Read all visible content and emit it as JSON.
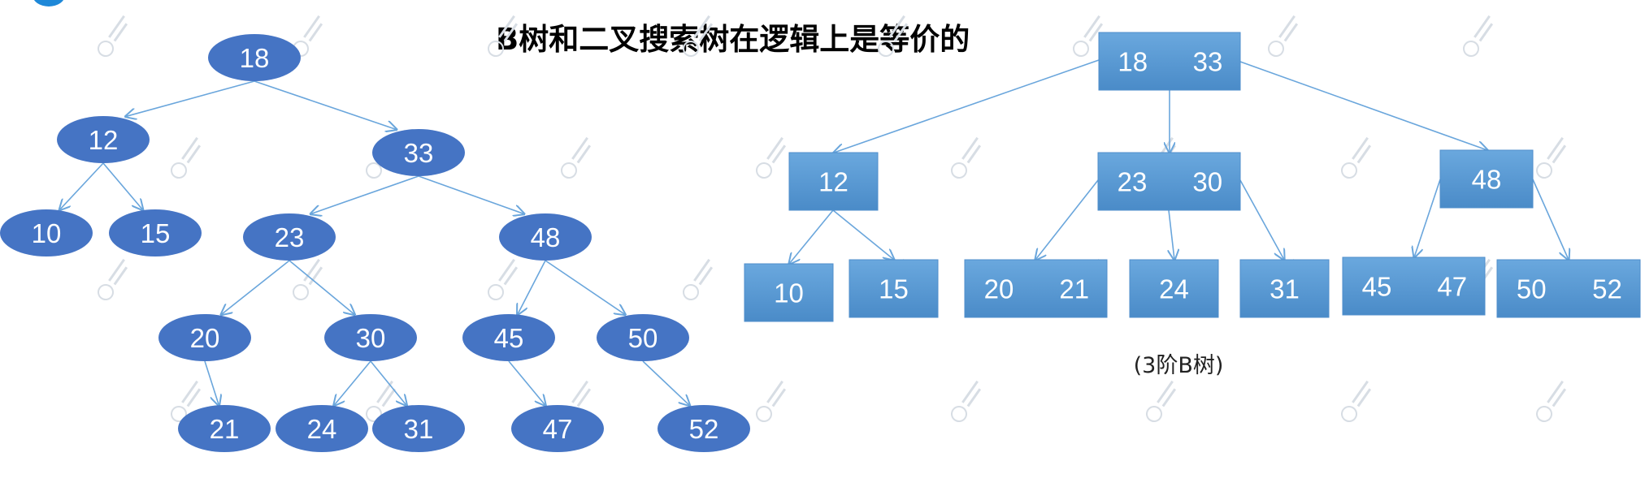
{
  "title": "B树和二叉搜索树在逻辑上是等价的",
  "caption": "(3阶B树)",
  "colors": {
    "ellipse_fill": "#4574c4",
    "box_fill": "#5b9bd5",
    "box_fill_dark": "#4a8bc8",
    "edge": "#6aa6dc",
    "watermark": "#d7dde4"
  },
  "bst": {
    "nodes": [
      {
        "id": "n18",
        "label": "18"
      },
      {
        "id": "n12",
        "label": "12"
      },
      {
        "id": "n33",
        "label": "33"
      },
      {
        "id": "n10",
        "label": "10"
      },
      {
        "id": "n15",
        "label": "15"
      },
      {
        "id": "n23",
        "label": "23"
      },
      {
        "id": "n48",
        "label": "48"
      },
      {
        "id": "n20",
        "label": "20"
      },
      {
        "id": "n30",
        "label": "30"
      },
      {
        "id": "n45",
        "label": "45"
      },
      {
        "id": "n50",
        "label": "50"
      },
      {
        "id": "n21",
        "label": "21"
      },
      {
        "id": "n24",
        "label": "24"
      },
      {
        "id": "n31",
        "label": "31"
      },
      {
        "id": "n47",
        "label": "47"
      },
      {
        "id": "n52",
        "label": "52"
      }
    ],
    "edges": [
      [
        "n18",
        "n12"
      ],
      [
        "n18",
        "n33"
      ],
      [
        "n12",
        "n10"
      ],
      [
        "n12",
        "n15"
      ],
      [
        "n33",
        "n23"
      ],
      [
        "n33",
        "n48"
      ],
      [
        "n23",
        "n20"
      ],
      [
        "n23",
        "n30"
      ],
      [
        "n48",
        "n45"
      ],
      [
        "n48",
        "n50"
      ],
      [
        "n20",
        "n21"
      ],
      [
        "n30",
        "n24"
      ],
      [
        "n30",
        "n31"
      ],
      [
        "n45",
        "n47"
      ],
      [
        "n50",
        "n52"
      ]
    ]
  },
  "btree": {
    "nodes": [
      {
        "id": "b1833",
        "keys": [
          "18",
          "33"
        ]
      },
      {
        "id": "b12",
        "keys": [
          "12"
        ]
      },
      {
        "id": "b2330",
        "keys": [
          "23",
          "30"
        ]
      },
      {
        "id": "b48",
        "keys": [
          "48"
        ]
      },
      {
        "id": "b10",
        "keys": [
          "10"
        ]
      },
      {
        "id": "b15",
        "keys": [
          "15"
        ]
      },
      {
        "id": "b2021",
        "keys": [
          "20",
          "21"
        ]
      },
      {
        "id": "b24",
        "keys": [
          "24"
        ]
      },
      {
        "id": "b31",
        "keys": [
          "31"
        ]
      },
      {
        "id": "b4547",
        "keys": [
          "45",
          "47"
        ]
      },
      {
        "id": "b5052",
        "keys": [
          "50",
          "52"
        ]
      }
    ],
    "edges": [
      [
        "b1833",
        "b12"
      ],
      [
        "b1833",
        "b2330"
      ],
      [
        "b1833",
        "b48"
      ],
      [
        "b12",
        "b10"
      ],
      [
        "b12",
        "b15"
      ],
      [
        "b2330",
        "b2021"
      ],
      [
        "b2330",
        "b24"
      ],
      [
        "b2330",
        "b31"
      ],
      [
        "b48",
        "b4547"
      ],
      [
        "b48",
        "b5052"
      ]
    ]
  }
}
